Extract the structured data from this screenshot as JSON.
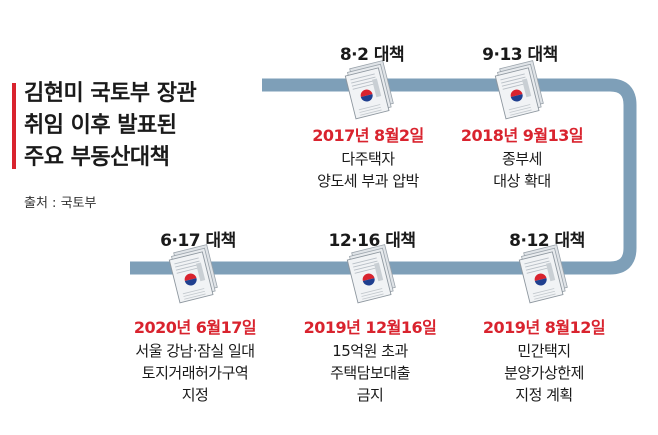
{
  "header": {
    "title_lines": [
      "김현미 국토부 장관",
      "취임 이후 발표된",
      "주요 부동산대책"
    ],
    "source": "출처 : 국토부"
  },
  "colors": {
    "track": "#7e9fb8",
    "accent": "#d9232e",
    "doc_fill": "#f1f3f5"
  },
  "icons": {
    "document": "government-document-icon"
  },
  "policies": [
    {
      "title": "8·2 대책",
      "date": "2017년 8월2일",
      "lines": [
        "다주택자",
        "양도세 부과 압박"
      ]
    },
    {
      "title": "9·13 대책",
      "date": "2018년 9월13일",
      "lines": [
        "종부세",
        "대상 확대"
      ]
    },
    {
      "title": "8·12 대책",
      "date": "2019년 8월12일",
      "lines": [
        "민간택지",
        "분양가상한제",
        "지정 계획"
      ]
    },
    {
      "title": "12·16 대책",
      "date": "2019년 12월16일",
      "lines": [
        "15억원 초과",
        "주택담보대출",
        "금지"
      ]
    },
    {
      "title": "6·17 대책",
      "date": "2020년 6월17일",
      "lines": [
        "서울 강남·잠실 일대",
        "토지거래허가구역",
        "지정"
      ]
    }
  ]
}
